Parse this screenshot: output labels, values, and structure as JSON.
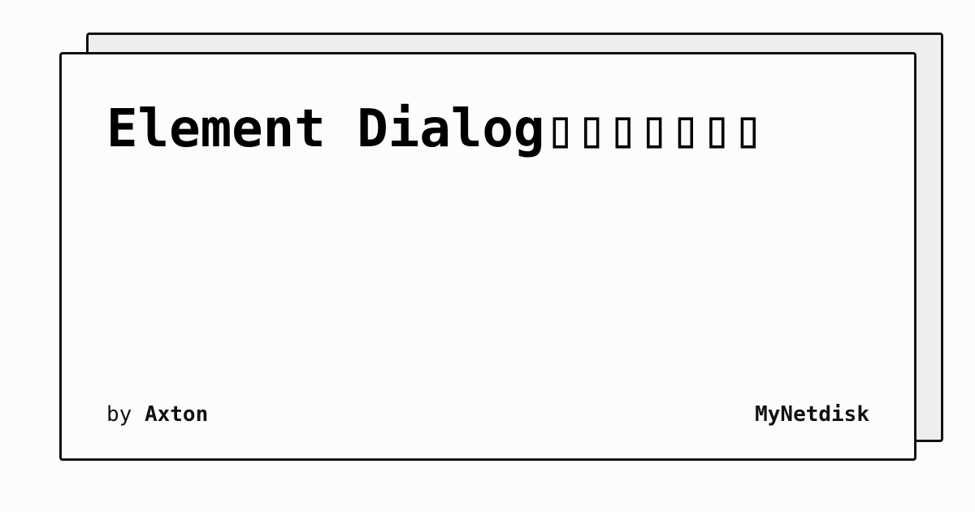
{
  "card": {
    "title": "Element Dialog▯▯▯▯▯▯▯",
    "by_prefix": "by",
    "author": "Axton",
    "site_name": "MyNetdisk"
  },
  "colors": {
    "background": "#fdfcfa",
    "back_card": "#eeeeee",
    "border": "#111111",
    "text": "#000000"
  }
}
